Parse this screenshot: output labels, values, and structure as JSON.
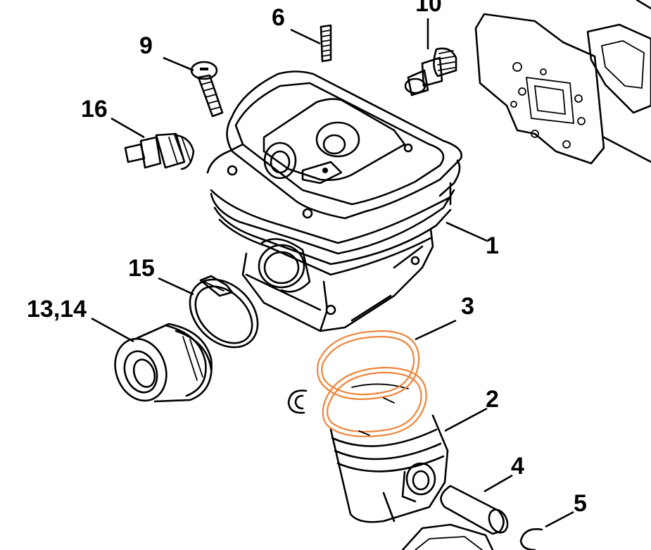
{
  "colors": {
    "highlight": "#f0843a",
    "line": "#000000",
    "background": "#ffffff"
  },
  "callouts": [
    {
      "id": "1",
      "text": "1"
    },
    {
      "id": "2",
      "text": "2"
    },
    {
      "id": "3",
      "text": "3"
    },
    {
      "id": "4",
      "text": "4"
    },
    {
      "id": "5",
      "text": "5"
    },
    {
      "id": "6",
      "text": "6"
    },
    {
      "id": "9",
      "text": "9"
    },
    {
      "id": "10",
      "text": "10"
    },
    {
      "id": "13_14",
      "text": "13,14"
    },
    {
      "id": "15",
      "text": "15"
    },
    {
      "id": "16",
      "text": "16"
    }
  ]
}
